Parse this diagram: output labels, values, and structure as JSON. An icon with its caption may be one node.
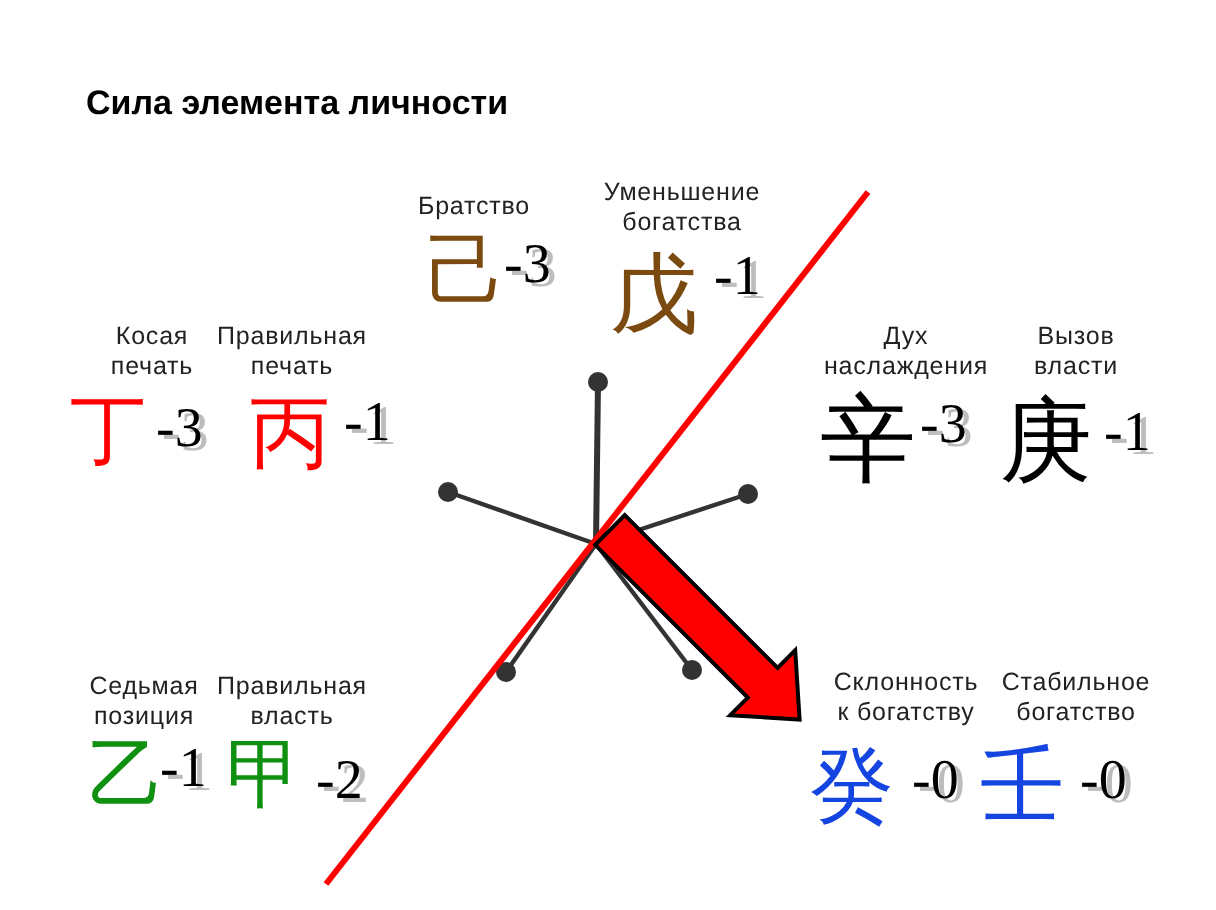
{
  "diagram": {
    "title": "Сила элемента личности",
    "labels": [
      "Братство",
      "Уменьшение богатства",
      "己",
      "-3",
      "戊",
      "-1",
      "Косая печать",
      "Правильная печать",
      "Дух наслаждения",
      "Вызов власти",
      "丁",
      "-3",
      "丙",
      "-1",
      "辛",
      "-3",
      "庚",
      "-1",
      "Седьмая позиция",
      "Правильная власть",
      "Склонность к богатству",
      "Стабильное богатство",
      "乙",
      "-1",
      "甲",
      "-2",
      "癸",
      "-0",
      "壬",
      "-0"
    ]
  }
}
